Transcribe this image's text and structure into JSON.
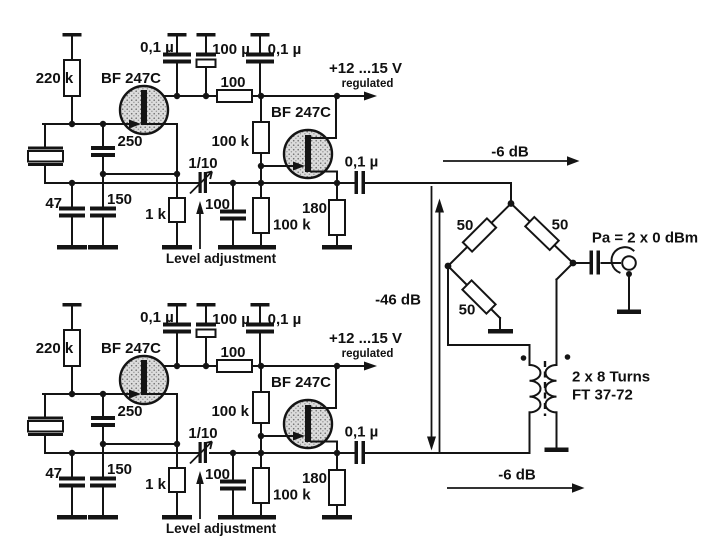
{
  "diagram": {
    "type": "circuit-schematic",
    "description": "Two identical crystal oscillator / buffer stages combined in a 50-ohm hybrid combiner with output transformer (two-tone test generator)",
    "colors": {
      "line": "#141414",
      "background": "#ffffff",
      "transistor_fill": "#dcdcdc"
    },
    "stages": [
      {
        "r_bias": "220 k",
        "q1": "BF 247C",
        "c_bypass_left": "0,1 µ",
        "c_electrolytic": "100 µ",
        "c_bypass_right": "0,1 µ",
        "r_decouple": "100",
        "supply": "+12 ...15 V",
        "supply_note": "regulated",
        "q2": "BF 247C",
        "r_gate_upper": "100 k",
        "c_feedback": "250",
        "c_trimmer": "1/10",
        "c_xtal_ground": "47",
        "c_source": "150",
        "r_source1": "1 k",
        "c_gate_ground": "100",
        "r_gate_lower": "100 k",
        "r_source2": "180",
        "c_output": "0,1 µ",
        "level_note": "Level adjustment"
      },
      {
        "r_bias": "220 k",
        "q1": "BF 247C",
        "c_bypass_left": "0,1 µ",
        "c_electrolytic": "100 µ",
        "c_bypass_right": "0,1 µ",
        "r_decouple": "100",
        "supply": "+12 ...15 V",
        "supply_note": "regulated",
        "q2": "BF 247C",
        "r_gate_upper": "100 k",
        "c_feedback": "250",
        "c_trimmer": "1/10",
        "c_xtal_ground": "47",
        "c_source": "150",
        "r_source1": "1 k",
        "c_gate_ground": "100",
        "r_gate_lower": "100 k",
        "r_source2": "180",
        "c_output": "0,1 µ",
        "level_note": "Level adjustment"
      }
    ],
    "combiner": {
      "attenuation_top": "-6 dB",
      "attenuation_bottom": "-6 dB",
      "isolation": "-46 dB",
      "r_bridge_left": "50",
      "r_bridge_right": "50",
      "r_bridge_lower": "50",
      "output_power": "Pa = 2 x 0 dBm",
      "transformer_turns": "2 x 8 Turns",
      "transformer_core": "FT 37-72"
    }
  }
}
